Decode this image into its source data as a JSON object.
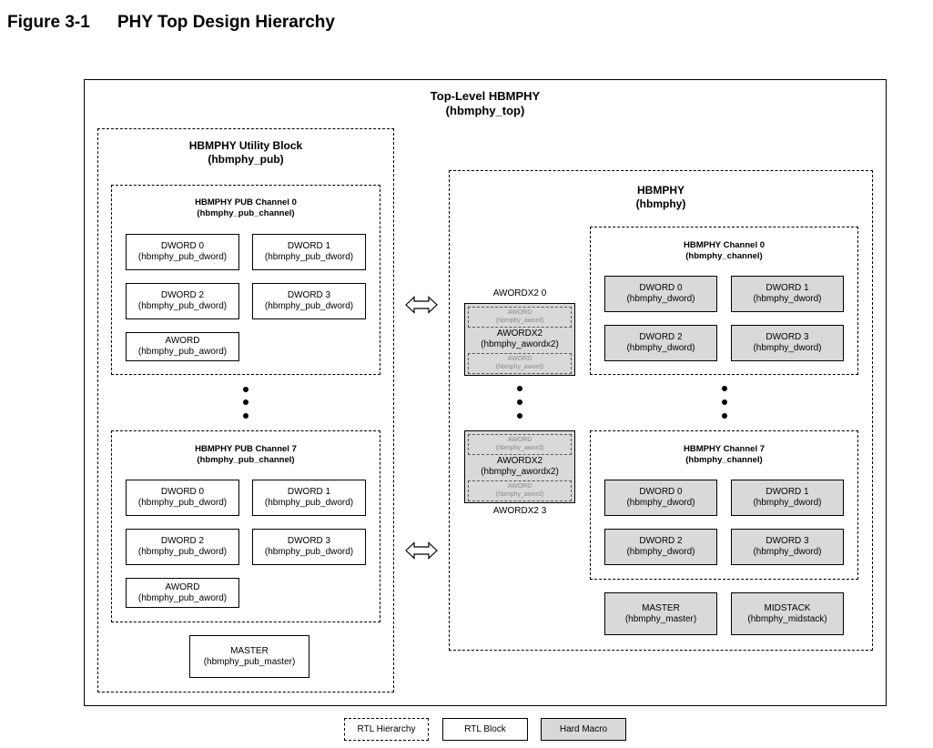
{
  "figure": {
    "number": "Figure 3-1",
    "title": "PHY Top Design Hierarchy"
  },
  "top": {
    "name": "Top-Level HBMPHY",
    "module": "(hbmphy_top)"
  },
  "utility": {
    "name": "HBMPHY Utility Block",
    "module": "(hbmphy_pub)",
    "channels": [
      {
        "name": "HBMPHY PUB Channel 0",
        "module": "(hbmphy_pub_channel)",
        "blocks": [
          {
            "name": "DWORD 0",
            "module": "(hbmphy_pub_dword)"
          },
          {
            "name": "DWORD 1",
            "module": "(hbmphy_pub_dword)"
          },
          {
            "name": "DWORD 2",
            "module": "(hbmphy_pub_dword)"
          },
          {
            "name": "DWORD 3",
            "module": "(hbmphy_pub_dword)"
          },
          {
            "name": "AWORD",
            "module": "(hbmphy_pub_aword)"
          }
        ]
      },
      {
        "name": "HBMPHY PUB Channel 7",
        "module": "(hbmphy_pub_channel)",
        "blocks": [
          {
            "name": "DWORD 0",
            "module": "(hbmphy_pub_dword)"
          },
          {
            "name": "DWORD 1",
            "module": "(hbmphy_pub_dword)"
          },
          {
            "name": "DWORD 2",
            "module": "(hbmphy_pub_dword)"
          },
          {
            "name": "DWORD 3",
            "module": "(hbmphy_pub_dword)"
          },
          {
            "name": "AWORD",
            "module": "(hbmphy_pub_aword)"
          }
        ]
      }
    ],
    "master": {
      "name": "MASTER",
      "module": "(hbmphy_pub_master)"
    }
  },
  "hbmphy": {
    "name": "HBMPHY",
    "module": "(hbmphy)",
    "awordx2": [
      {
        "label": "AWORDX2 0",
        "name": "AWORDX2",
        "module": "(hbmphy_awordx2)",
        "sub_name": "AWORD",
        "sub_module": "(hbmphy_aword)"
      },
      {
        "label": "AWORDX2 3",
        "name": "AWORDX2",
        "module": "(hbmphy_awordx2)",
        "sub_name": "AWORD",
        "sub_module": "(hbmphy_aword)"
      }
    ],
    "channels": [
      {
        "name": "HBMPHY Channel 0",
        "module": "(hbmphy_channel)",
        "blocks": [
          {
            "name": "DWORD 0",
            "module": "(hbmphy_dword)"
          },
          {
            "name": "DWORD 1",
            "module": "(hbmphy_dword)"
          },
          {
            "name": "DWORD 2",
            "module": "(hbmphy_dword)"
          },
          {
            "name": "DWORD 3",
            "module": "(hbmphy_dword)"
          }
        ]
      },
      {
        "name": "HBMPHY Channel 7",
        "module": "(hbmphy_channel)",
        "blocks": [
          {
            "name": "DWORD 0",
            "module": "(hbmphy_dword)"
          },
          {
            "name": "DWORD 1",
            "module": "(hbmphy_dword)"
          },
          {
            "name": "DWORD 2",
            "module": "(hbmphy_dword)"
          },
          {
            "name": "DWORD 3",
            "module": "(hbmphy_dword)"
          }
        ]
      }
    ],
    "master": {
      "name": "MASTER",
      "module": "(hbmphy_master)"
    },
    "midstack": {
      "name": "MIDSTACK",
      "module": "(hbmphy_midstack)"
    }
  },
  "legend": {
    "rtl_hierarchy": "RTL Hierarchy",
    "rtl_block": "RTL Block",
    "hard_macro": "Hard Macro"
  },
  "colors": {
    "hard_macro_fill": "#d9d9d9",
    "line": "#000000"
  }
}
